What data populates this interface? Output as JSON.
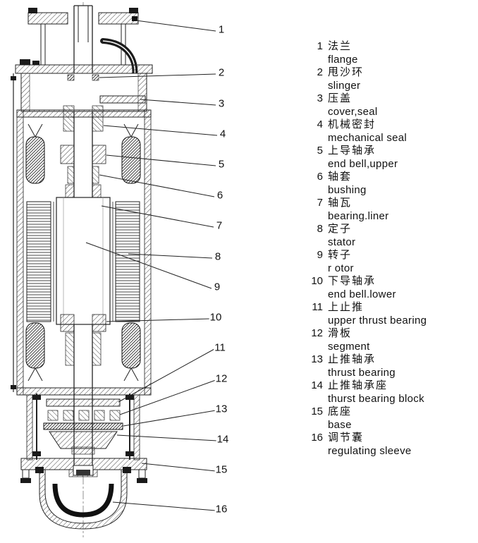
{
  "figure": {
    "description_labels": {
      "ink_color": "#111111"
    }
  },
  "callouts": [
    "1",
    "2",
    "3",
    "4",
    "5",
    "6",
    "7",
    "8",
    "9",
    "10",
    "11",
    "12",
    "13",
    "14",
    "15",
    "16"
  ],
  "parts": [
    {
      "num": "1",
      "zh": "法兰",
      "en": "flange"
    },
    {
      "num": "2",
      "zh": "甩沙环",
      "en": "slinger"
    },
    {
      "num": "3",
      "zh": "压盖",
      "en": "cover,seal"
    },
    {
      "num": "4",
      "zh": "机械密封",
      "en": "mechanical seal"
    },
    {
      "num": "5",
      "zh": "上导轴承",
      "en": "end bell,upper"
    },
    {
      "num": "6",
      "zh": "轴套",
      "en": "bushing"
    },
    {
      "num": "7",
      "zh": "轴瓦",
      "en": "bearing.liner"
    },
    {
      "num": "8",
      "zh": "定子",
      "en": "stator"
    },
    {
      "num": "9",
      "zh": "转子",
      "en": "r otor"
    },
    {
      "num": "10",
      "zh": "下导轴承",
      "en": "end bell.lower"
    },
    {
      "num": "11",
      "zh": "上止推",
      "en": "upper thrust bearing"
    },
    {
      "num": "12",
      "zh": "滑板",
      "en": "segment"
    },
    {
      "num": "13",
      "zh": "止推轴承",
      "en": "thrust bearing"
    },
    {
      "num": "14",
      "zh": "止推轴承座",
      "en": "thurst bearing block"
    },
    {
      "num": "15",
      "zh": "底座",
      "en": "base"
    },
    {
      "num": "16",
      "zh": "调节囊",
      "en": "regulating sleeve"
    }
  ]
}
